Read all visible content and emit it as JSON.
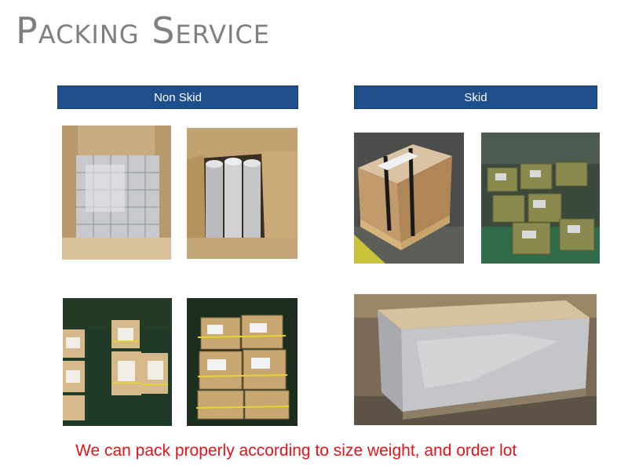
{
  "page": {
    "title": "Packing Service",
    "caption": "We can pack properly according to size weight, and order lot"
  },
  "sections": {
    "non_skid": {
      "label": "Non Skid"
    },
    "skid": {
      "label": "Skid"
    }
  },
  "colors": {
    "title": "#7f7f7f",
    "header_bar": "#1f4e8c",
    "caption": "#e0151b"
  }
}
